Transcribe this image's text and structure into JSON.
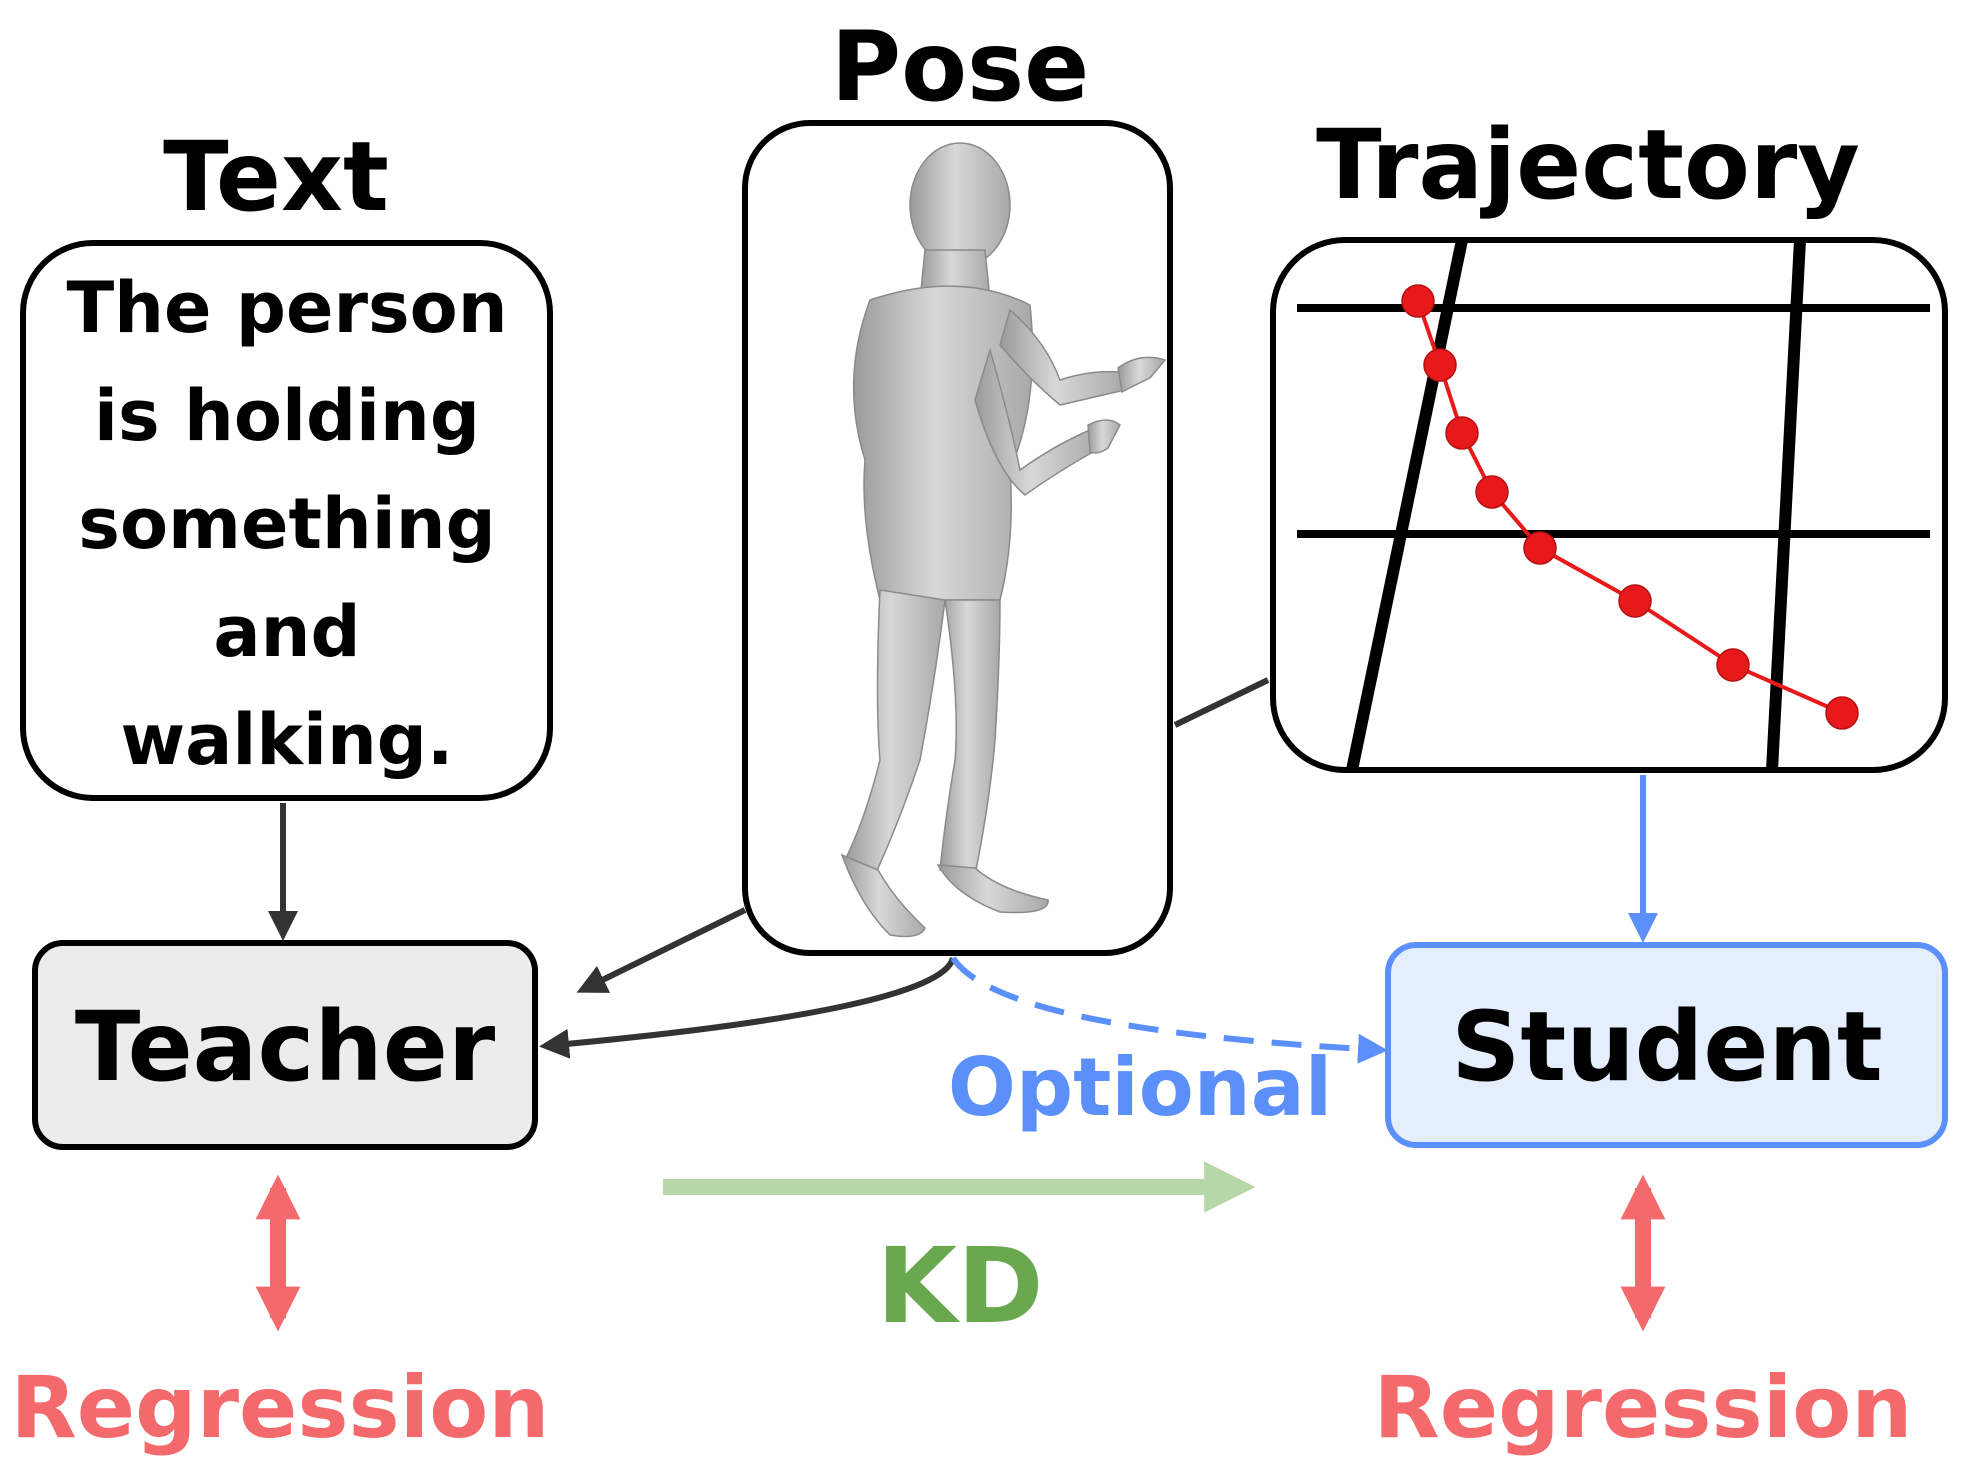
{
  "titles": {
    "text": "Text",
    "pose": "Pose",
    "trajectory": "Trajectory"
  },
  "text_box": {
    "lines": [
      "The person",
      "is holding",
      "something",
      "and",
      "walking."
    ]
  },
  "nodes": {
    "teacher": "Teacher",
    "student": "Student"
  },
  "labels": {
    "optional": "Optional",
    "kd": "KD",
    "regression_left": "Regression",
    "regression_right": "Regression"
  },
  "icons": {
    "pose": "human-body-mesh-icon",
    "trajectory": "trajectory-plot-icon"
  },
  "colors": {
    "dark": "#333333",
    "black": "#000000",
    "blue": "#5b8ff9",
    "student_fill": "#e4eefc",
    "teacher_fill": "#ececec",
    "green": "#b6d7a8",
    "green_text": "#6aa84f",
    "red": "#f4696b",
    "trajectory_dot": "#e8191b"
  }
}
